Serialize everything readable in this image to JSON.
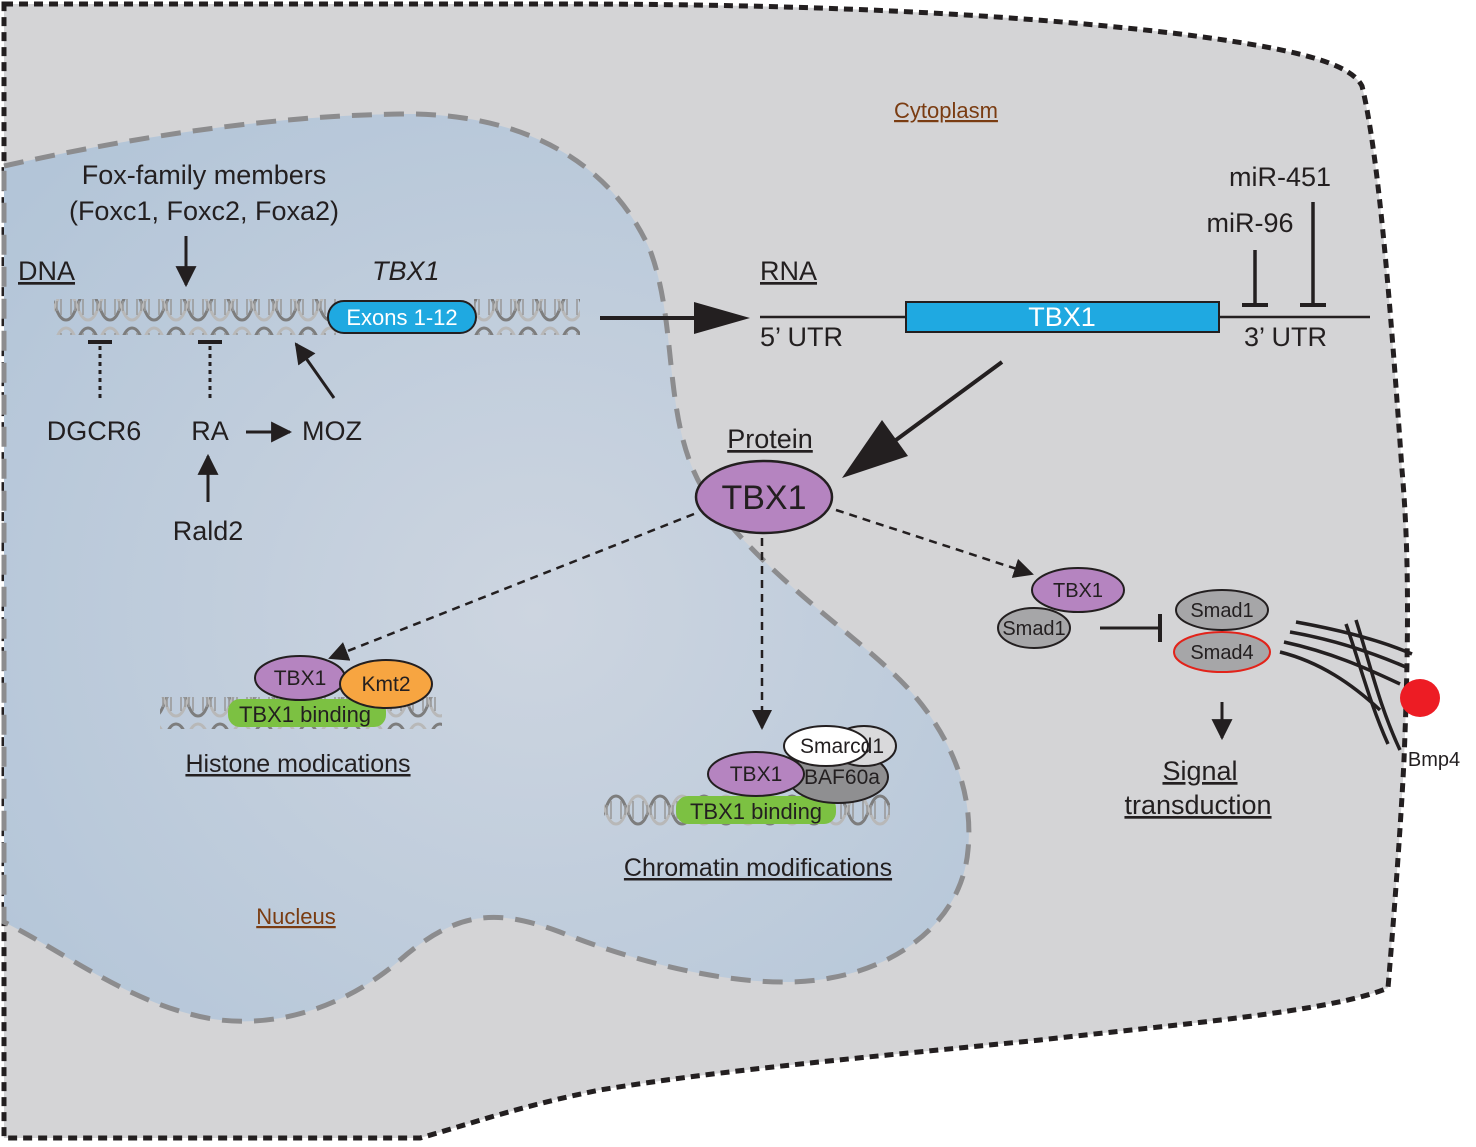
{
  "compartments": {
    "cytoplasm": "Cytoplasm",
    "nucleus": "Nucleus"
  },
  "dna_section": {
    "dna_label": "DNA",
    "gene_label": "TBX1",
    "exons_label": "Exons 1-12",
    "fox_line1": "Fox-family members",
    "fox_line2": "(Foxc1, Foxc2, Foxa2)",
    "dgcr6": "DGCR6",
    "ra": "RA",
    "moz": "MOZ",
    "rald2": "Rald2"
  },
  "rna_section": {
    "rna_label": "RNA",
    "utr5": "5’ UTR",
    "utr3": "3’ UTR",
    "transcript_label": "TBX1",
    "mir96": "miR-96",
    "mir451": "miR-451"
  },
  "protein_section": {
    "protein_label": "Protein",
    "protein_name": "TBX1"
  },
  "histone_complex": {
    "tbx1": "TBX1",
    "kmt2": "Kmt2",
    "binding": "TBX1 binding",
    "caption": "Histone modications"
  },
  "chromatin_complex": {
    "tbx1": "TBX1",
    "smarcd1": "Smarcd1",
    "baf60a": "BAF60a",
    "binding": "TBX1 binding",
    "caption": "Chromatin modifications"
  },
  "signaling": {
    "tbx1": "TBX1",
    "smad1_bound": "Smad1",
    "smad1": "Smad1",
    "smad4": "Smad4",
    "bmp4": "Bmp4",
    "caption_line1": "Signal",
    "caption_line2": "transduction"
  },
  "colors": {
    "cytoplasm_fill": "#d4d4d6",
    "nucleus_fill": "#b9c9da",
    "exon_blue": "#1fa9e1",
    "tbx1_purple": "#b584c0",
    "kmt2_orange": "#f7a541",
    "binding_green": "#7cc142",
    "smad_gray": "#a6a6a8",
    "smad4_outline": "#e2231a",
    "bmp4_red": "#ed1c24"
  }
}
